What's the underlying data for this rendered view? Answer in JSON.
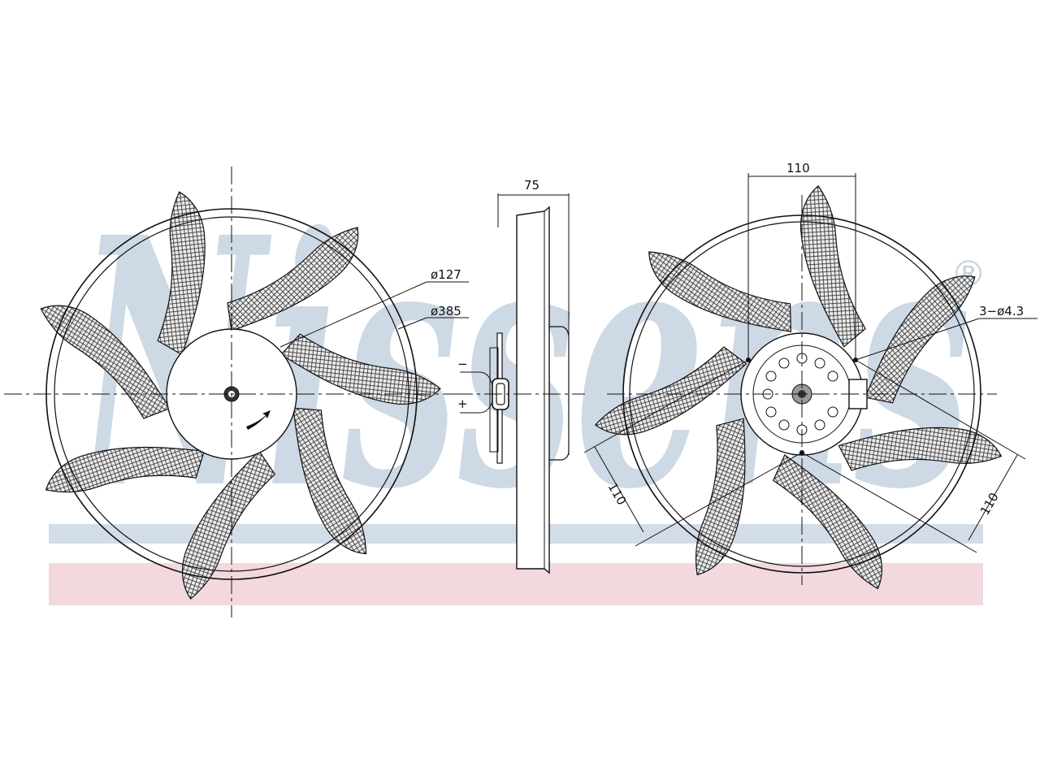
{
  "watermark": {
    "brand": "Nissens",
    "registered_mark": "®",
    "text_color": "#c5d3e1",
    "band_blue": "#d3dde8",
    "band_pink": "#f3d8dd"
  },
  "drawing": {
    "front_view": {
      "hub_dimension": "ø127",
      "fan_dimension": "ø385"
    },
    "side_view": {
      "depth_dimension": "75",
      "terminal_minus": "−",
      "terminal_plus": "+"
    },
    "rear_view": {
      "top_spacing": "110",
      "left_spacing": "110",
      "right_spacing": "110",
      "mount_holes": "3−ø4.3"
    },
    "colors": {
      "line": "#111111",
      "hatch": "#222222"
    }
  }
}
